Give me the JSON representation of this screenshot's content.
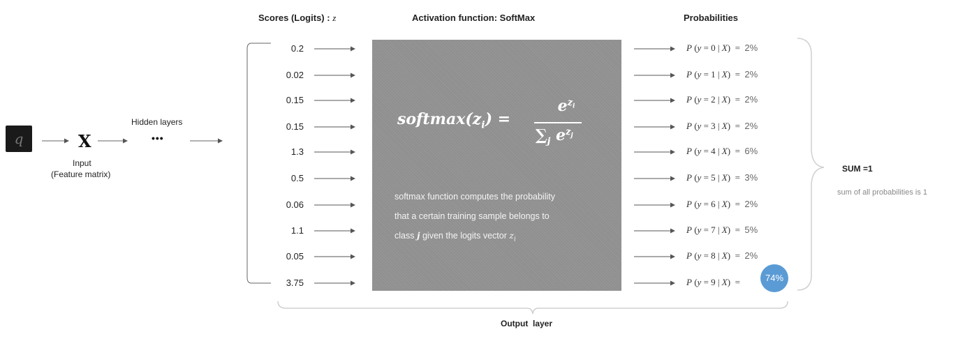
{
  "headers": {
    "scores": "Scores (Logits) :",
    "scores_var": "z",
    "activation": "Activation function:  SoftMax",
    "probabilities": "Probabilities"
  },
  "input": {
    "x_label": "X",
    "input_label": "Input",
    "feature_label": "(Feature matrix)",
    "hidden_label": "Hidden layers",
    "ellipsis": "•••"
  },
  "logits": [
    "0.2",
    "0.02",
    "0.15",
    "0.15",
    "1.3",
    "0.5",
    "0.06",
    "1.1",
    "0.05",
    "3.75"
  ],
  "probabilities": [
    {
      "cls": "0",
      "pct": "2%"
    },
    {
      "cls": "1",
      "pct": "2%"
    },
    {
      "cls": "2",
      "pct": "2%"
    },
    {
      "cls": "3",
      "pct": "2%"
    },
    {
      "cls": "4",
      "pct": "6%"
    },
    {
      "cls": "5",
      "pct": "3%"
    },
    {
      "cls": "6",
      "pct": "2%"
    },
    {
      "cls": "7",
      "pct": "5%"
    },
    {
      "cls": "8",
      "pct": "2%"
    },
    {
      "cls": "9",
      "pct": "74%"
    }
  ],
  "formula": {
    "lhs": "softmax(z",
    "lhs_sub": "i",
    "lhs_close": ") =",
    "num": "e",
    "num_sup": "z",
    "num_sup_sub": "i",
    "den_sum": "∑",
    "den_sub": "j",
    "den_e": "e",
    "den_sup": "z",
    "den_sup_sub": "j"
  },
  "description": {
    "line1": "softmax function computes the probability",
    "line2": "that a certain training sample belongs to",
    "line3_pre": "class",
    "line3_j": "j",
    "line3_mid": "given the logits vector",
    "line3_z": "z",
    "line3_zsub": "i"
  },
  "sum": {
    "title": "SUM =1",
    "note": "sum of all probabilities is 1"
  },
  "output_label": "Output  layer",
  "colors": {
    "box": "#8f8f8f",
    "highlight": "#5b9bd5",
    "bracket": "#cfcfcf",
    "arrow": "#555555"
  }
}
